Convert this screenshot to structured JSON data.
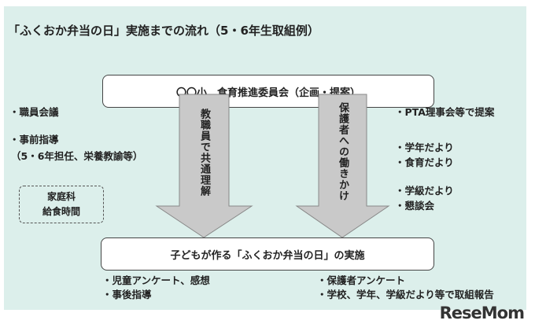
{
  "title": "「ふくおか弁当の日」実施までの流れ（5・6年生取組例）",
  "top_box": "〇〇小　食育推進委員会（企画・提案）",
  "left_arrow": "教職員で共通理解",
  "right_arrow": "保護者への働きかけ",
  "bottom_box": "子どもが作る「ふくおか弁当の日」の実施",
  "left_items": [
    "・職員会議",
    "・事前指導",
    "（5・6年担任、栄養教諭等）"
  ],
  "dashed_box": [
    "家庭科",
    "給食時間"
  ],
  "right_items": [
    "・PTA理事会等で提案",
    "・学年だより",
    "・食育だより",
    "・学級だより",
    "・懇談会"
  ],
  "bottom_left": [
    "・児童アンケート、感想",
    "・事後指導"
  ],
  "bottom_right": [
    "・保護者アンケート",
    "・学校、学年、学級だより等で取組報告"
  ],
  "logo": "ReseMom"
}
